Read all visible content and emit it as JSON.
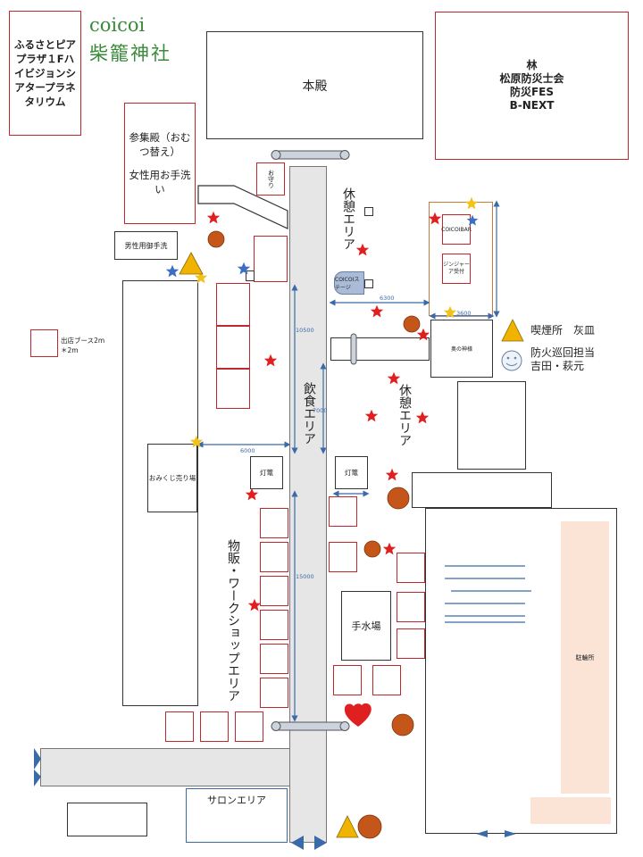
{
  "header": {
    "planetarium": "ふるさとピアプラザ１Fハイビジョンシアタープラネタリウム",
    "brand_top": "coicoi",
    "brand_bottom": "柴籠神社",
    "brand_color": "#3a8a3a",
    "bfes_line1": "林",
    "bfes_line2": "松原防災士会",
    "bfes_line3": "防災FES",
    "bfes_line4": "B-NEXT"
  },
  "buildings": {
    "honden": "本殿",
    "sanshuden": "参集殿（おむつ替え）",
    "female_washroom": "女性用お手洗い",
    "male_washroom": "男性用御手洗",
    "omikuji": "おみくじ売り場",
    "temizuba": "手水場",
    "salon": "サロンエリア",
    "omamori": "お守り",
    "small_shrine": "奥の神様",
    "chusha": "駐輪所",
    "lantern_left": "灯篭",
    "lantern_right": "灯篭",
    "coicoi_bar": "COICOIBAR",
    "ginger_reception": "ジンジャーア受付",
    "coicoi_stage": "COICOIステージ"
  },
  "areas": {
    "rest_top": "休憩エリア",
    "rest_mid": "休憩エリア",
    "food": "飲食エリア",
    "goods": "物販・ワークショップエリア"
  },
  "legend": {
    "booth": "出店ブース2m＊2m",
    "smoking": "喫煙所　灰皿",
    "patrol_line1": "防火巡回担当",
    "patrol_line2": "吉田・萩元"
  },
  "dimensions": {
    "d6300": "6300",
    "d3600": "3600",
    "d10500": "10500",
    "d7000": "7000",
    "d6000": "6000",
    "d15000": "15000"
  },
  "icons": {
    "red_star": "fire-extinguisher-star-icon",
    "blue_star": "blue-star-icon",
    "yellow_star": "yellow-star-icon",
    "orange_circle": "orange-circle-icon",
    "smoking_triangle": "smoking-triangle-icon",
    "smiley": "smiley-face-icon",
    "red_heart": "red-heart-icon"
  },
  "colors": {
    "red_star": "#e02020",
    "blue_star": "#3a6fc4",
    "yellow_star": "#f2c21a",
    "orange_circle": "#c4561a",
    "triangle": "#f0b400",
    "path_gray": "#e6e6e6",
    "dim_blue": "#3b6aa8",
    "parking_pink": "#fbe3d6"
  }
}
